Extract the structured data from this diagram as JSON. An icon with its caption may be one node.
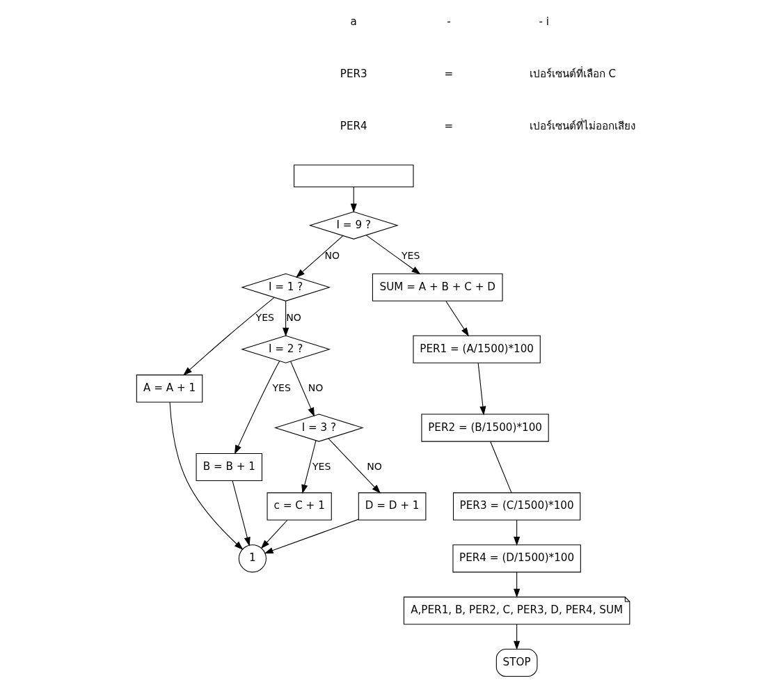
{
  "diagram": {
    "nodes": [
      {
        "text": [],
        "shape": "box"
      },
      {
        "text": [
          "I = 9 ?"
        ]
      },
      {
        "text": [
          "I = 1 ?"
        ]
      },
      {
        "text": [
          "A = A + 1"
        ]
      },
      {
        "text": [
          "I = 2 ?"
        ]
      },
      {
        "text": [
          "B = B + 1"
        ]
      },
      {
        "text": [
          "I = 3 ?"
        ]
      },
      {
        "text": [
          "c = C + 1"
        ]
      },
      {
        "text": [
          "D = D + 1"
        ]
      },
      {
        "text": [
          "1"
        ]
      },
      {
        "text": [
          "SUM = A + B + C + D"
        ]
      },
      {
        "text": [
          "PER1 = (A/1500)*100"
        ]
      },
      {
        "text": [
          "PER2 = (B/1500)*100"
        ]
      },
      {
        "text": [
          "PER3 = (C/1500)*100"
        ]
      },
      {
        "text": [
          "PER4 = (D/1500)*100"
        ]
      },
      {
        "text": [
          "A,PER1, B, PER2, C, PER3, D, PER4, SUM"
        ]
      },
      {
        "text": [
          "STOP"
        ]
      }
    ],
    "edges": [
      {
        "from": 0,
        "to": 1,
        "arrow": "to"
      },
      {
        "from": 1,
        "to": 10,
        "arrow": "to",
        "label": "YES"
      },
      {
        "from": 1,
        "to": 2,
        "arrow": "to",
        "label": "NO"
      },
      {
        "from": 2,
        "to": 3,
        "arrow": "to",
        "label": "YES"
      },
      {
        "from": 2,
        "to": 4,
        "arrow": "to",
        "label": "NO"
      },
      {
        "from": 4,
        "to": 5,
        "arrow": "to",
        "label": "YES"
      },
      {
        "from": 4,
        "to": 6,
        "arrow": "to",
        "label": "NO"
      },
      {
        "from": 6,
        "to": 7,
        "arrow": "to",
        "label": "YES"
      },
      {
        "from": 6,
        "to": 8,
        "arrow": "to",
        "label": "NO"
      },
      {
        "from": 3,
        "to": 9,
        "arrow": "to"
      },
      {
        "from": 5,
        "to": 9,
        "arrow": "to"
      },
      {
        "from": 7,
        "to": 9,
        "arrow": "to"
      },
      {
        "from": 8,
        "to": 9,
        "arrow": "to"
      },
      {
        "from": 10,
        "to": 11,
        "arrow": "to"
      },
      {
        "from": 11,
        "to": 12,
        "arrow": "to"
      },
      {
        "from": 12,
        "to": 13,
        "arrow": "none"
      },
      {
        "from": 13,
        "to": 14,
        "arrow": "to"
      },
      {
        "from": 14,
        "to": 15,
        "arrow": "to"
      },
      {
        "from": 15,
        "to": 16,
        "arrow": "to"
      }
    ],
    "labels": [
      "a",
      "-",
      "- i",
      "PER3",
      "=",
      "เปอร์เซนต์ที่เลือก C",
      "PER4",
      "=",
      "เปอร์เซนต์ที่ไม่ออกเสียง"
    ]
  }
}
